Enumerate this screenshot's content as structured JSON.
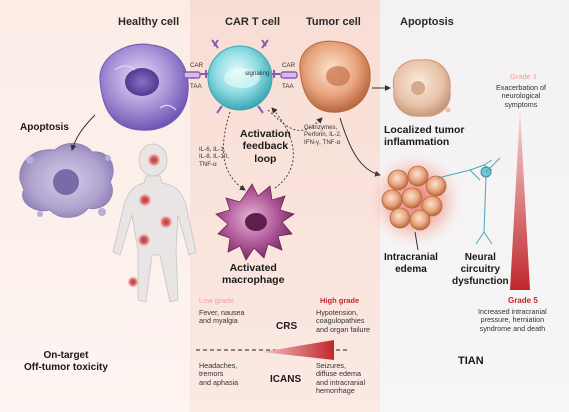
{
  "headers": {
    "healthy_cell": "Healthy cell",
    "car_t_cell": "CAR T cell",
    "tumor_cell": "Tumor cell",
    "apoptosis_right": "Apoptosis"
  },
  "left": {
    "apoptosis": "Apoptosis",
    "toxicity_line1": "On-target",
    "toxicity_line2": "Off-tumor toxicity"
  },
  "receptors": {
    "car_left": "CAR",
    "taa_left": "TAA",
    "car_right": "CAR",
    "taa_right": "TAA",
    "signaling": "signaling"
  },
  "center": {
    "feedback_line1": "Activation",
    "feedback_line2": "feedback",
    "feedback_line3": "loop",
    "cytokines_line1": "IL-6, IL-1,",
    "cytokines_line2": "IL-8, IL-10,",
    "cytokines_line3": "TNF-α",
    "effectors_line1": "Granzymes,",
    "effectors_line2": "Perforin, IL-2,",
    "effectors_line3": "IFN-γ, TNF-α",
    "macrophage_line1": "Activated",
    "macrophage_line2": "macrophage"
  },
  "tumor": {
    "inflammation_line1": "Localized tumor",
    "inflammation_line2": "inflammation",
    "edema_line1": "Intracranial",
    "edema_line2": "edema",
    "neural_line1": "Neural",
    "neural_line2": "circuitry",
    "neural_line3": "dysfunction",
    "tian": "TIAN"
  },
  "grades": {
    "grade1": "Grade 1",
    "grade1_desc_line1": "Exacerbation of",
    "grade1_desc_line2": "neurological",
    "grade1_desc_line3": "symptoms",
    "grade5": "Grade 5",
    "grade5_desc_line1": "Increased intracranial",
    "grade5_desc_line2": "pressure, herniation",
    "grade5_desc_line3": "syndrome and death"
  },
  "severity": {
    "low_grade": "Low grade",
    "high_grade": "High grade",
    "crs": "CRS",
    "icans": "ICANS",
    "crs_low_line1": "Fever, nausea",
    "crs_low_line2": "and myalgia",
    "crs_high_line1": "Hypotension,",
    "crs_high_line2": "coagulopathies",
    "crs_high_line3": "and organ failure",
    "icans_low_line1": "Headaches,",
    "icans_low_line2": "tremors",
    "icans_low_line3": "and aphasia",
    "icans_high_line1": "Seizures,",
    "icans_high_line2": "diffuse edema",
    "icans_high_line3": "and intracranial",
    "icans_high_line4": "hemorrhage"
  },
  "colors": {
    "panel_left": "#fbece6",
    "panel_center": "#f8ddd4",
    "panel_right": "#f3f1f1",
    "grade_red": "#c0272d",
    "grade_pink": "#e8a3a5",
    "healthy_cell": "#a58fd6",
    "car_t_cell": "#6fd0d8",
    "tumor_cell": "#e8a57e",
    "macrophage": "#b15a9a"
  }
}
